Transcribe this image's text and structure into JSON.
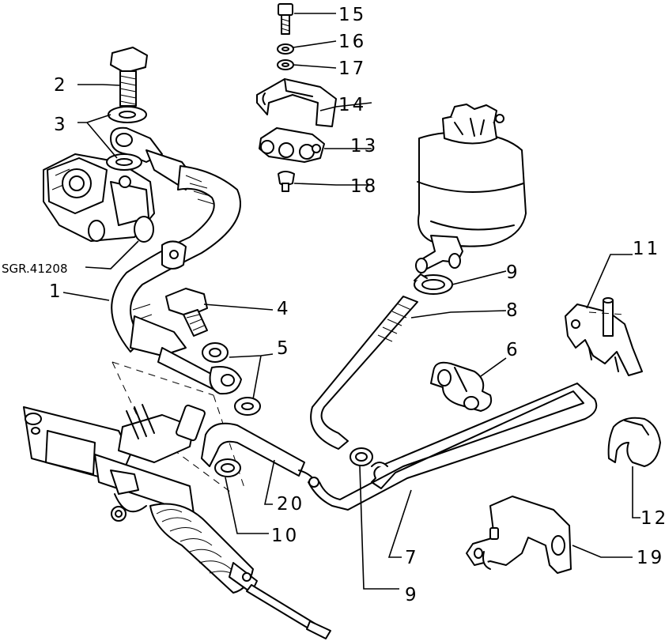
{
  "diagram": {
    "reference_label": "SGR.41208",
    "callouts": {
      "c1": "1",
      "c2": "2",
      "c3": "3",
      "c4": "4",
      "c5": "5",
      "c6": "6",
      "c7": "7",
      "c8": "8",
      "c9a": "9",
      "c9b": "9",
      "c10": "10",
      "c11": "11",
      "c12": "12",
      "c13": "13",
      "c14": "14",
      "c15": "15",
      "c16": "16",
      "c17": "17",
      "c18": "18",
      "c19": "19",
      "c20": "20"
    }
  }
}
